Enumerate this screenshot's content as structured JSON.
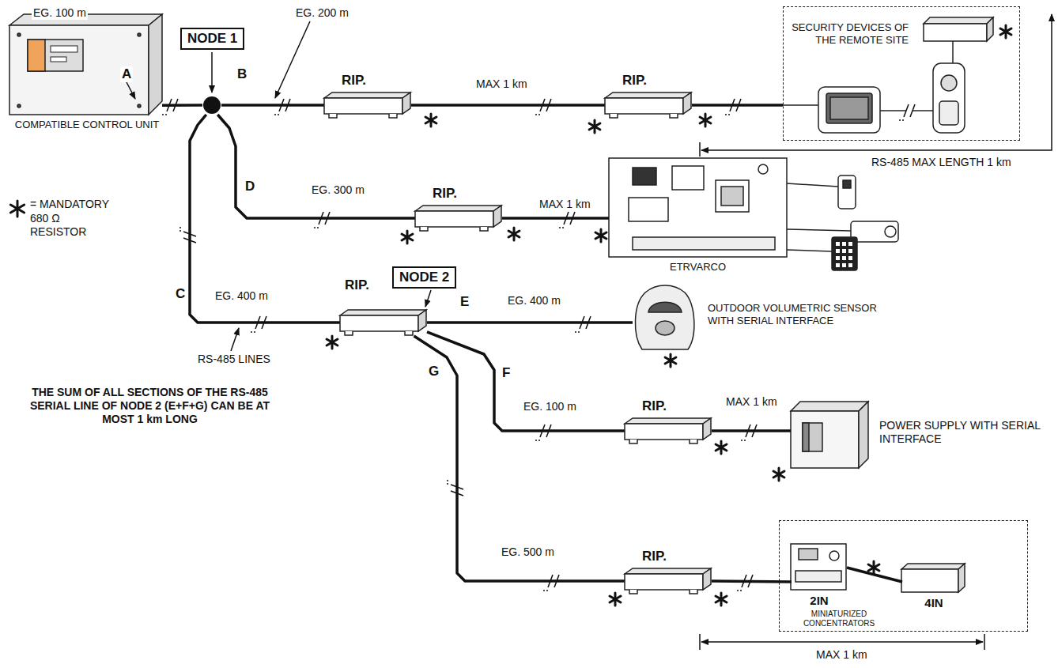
{
  "diagram": {
    "nodes": [
      {
        "text": [
          "COMPATIBLE CONTROL UNIT"
        ]
      },
      {
        "text": [
          "NODE 1"
        ]
      },
      {
        "text": [
          "RIP."
        ]
      },
      {
        "text": [
          "RIP."
        ]
      },
      {
        "text": [
          "SECURITY DEVICES OF THE REMOTE SITE"
        ]
      },
      {
        "text": [
          "RIP."
        ]
      },
      {
        "text": [
          "ETRVARCO"
        ]
      },
      {
        "text": [
          "RIP.",
          "NODE 2"
        ]
      },
      {
        "text": [
          "OUTDOOR VOLUMETRIC SENSOR WITH SERIAL INTERFACE"
        ]
      },
      {
        "text": [
          "RIP."
        ]
      },
      {
        "text": [
          "POWER SUPPLY WITH SERIAL INTERFACE"
        ]
      },
      {
        "text": [
          "RIP."
        ]
      },
      {
        "text": [
          "MINIATURIZED CONCENTRATORS"
        ]
      },
      {
        "text": [
          "2IN"
        ],
        "in": 12
      },
      {
        "text": [
          "4IN"
        ],
        "in": 12
      }
    ],
    "edges": [
      {
        "from": 0,
        "to": 1,
        "arrow": "none",
        "label": "A"
      },
      {
        "from": 1,
        "to": 2,
        "arrow": "none",
        "label": "B"
      },
      {
        "from": 2,
        "to": 3,
        "arrow": "none",
        "label": "MAX 1 km"
      },
      {
        "from": 3,
        "to": 4,
        "arrow": "none"
      },
      {
        "from": 1,
        "to": 5,
        "arrow": "none",
        "label": "D"
      },
      {
        "from": 5,
        "to": 6,
        "arrow": "none",
        "label": "MAX 1 km"
      },
      {
        "from": 1,
        "to": 7,
        "arrow": "none",
        "label": "C"
      },
      {
        "from": 7,
        "to": 8,
        "arrow": "none",
        "label": "E"
      },
      {
        "from": 7,
        "to": 9,
        "arrow": "none",
        "label": "F"
      },
      {
        "from": 9,
        "to": 10,
        "arrow": "none",
        "label": "MAX 1 km"
      },
      {
        "from": 7,
        "to": 11,
        "arrow": "none",
        "label": "G"
      },
      {
        "from": 11,
        "to": 13,
        "arrow": "none"
      },
      {
        "from": 13,
        "to": 14,
        "arrow": "none"
      }
    ],
    "labels": [
      "EG. 100 m",
      "EG. 200 m",
      "RS-485 MAX LENGTH 1 km",
      "EG. 300 m",
      "EG. 400 m",
      "EG. 400 m",
      "RS-485 LINES",
      "THE SUM OF ALL SECTIONS OF THE RS-485 SERIAL LINE OF NODE 2 (E+F+G) CAN BE AT MOST 1 km LONG",
      "EG. 100 m",
      "EG. 500 m",
      "MAX 1 km"
    ],
    "legend": [
      {
        "text": "= MANDATORY 680 Ω RESISTOR"
      }
    ]
  }
}
